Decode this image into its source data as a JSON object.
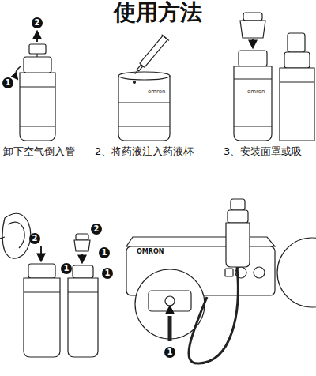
{
  "diagram": {
    "title": "使用方法",
    "labels": [
      "卸下空气倒入管",
      "2、将药液注入药液杯",
      "3、安装面罩或吸",
      "2",
      "1",
      "omron",
      "omron",
      "2",
      "2",
      "1",
      "1",
      "1",
      "OMRON",
      "1"
    ]
  }
}
